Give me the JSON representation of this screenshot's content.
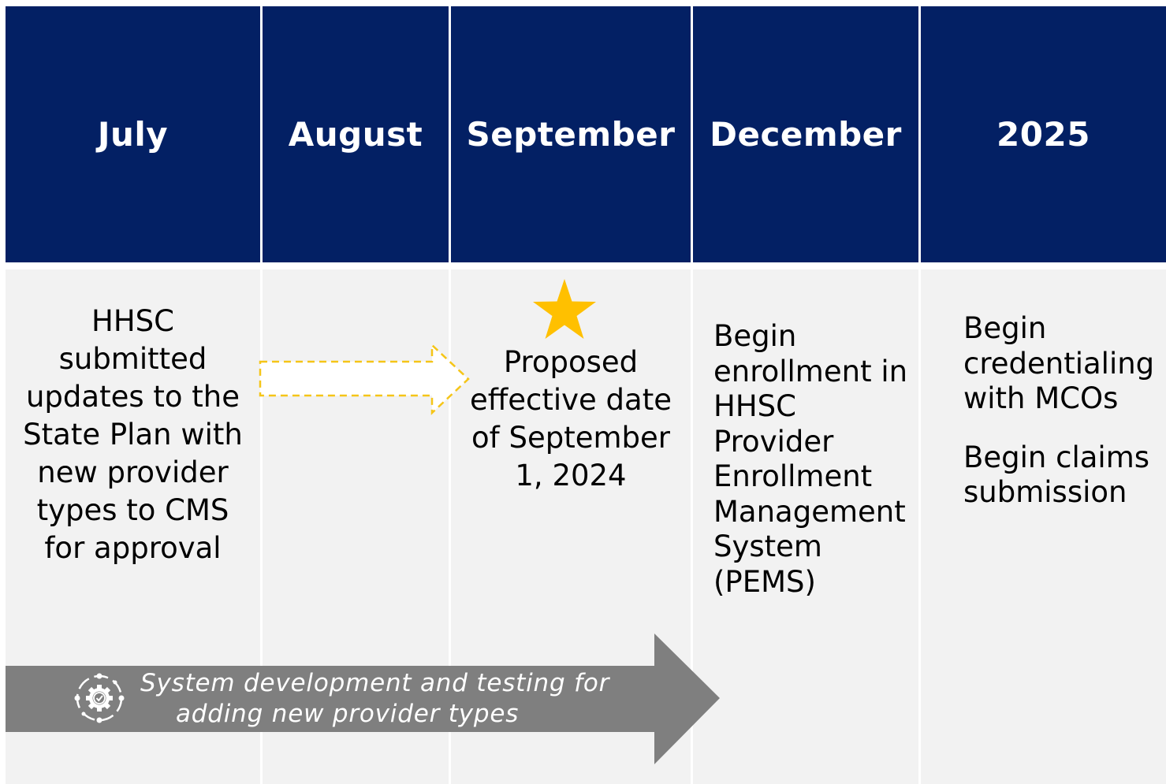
{
  "timeline": {
    "columns": [
      {
        "header": "July",
        "lines": [
          "HHSC",
          "submitted",
          "updates to the",
          "State Plan with",
          "new provider",
          "types to CMS",
          "for approval"
        ]
      },
      {
        "header": "August",
        "lines": []
      },
      {
        "header": "September",
        "lines": [
          "Proposed",
          "effective date",
          "of September",
          "1, 2024"
        ]
      },
      {
        "header": "December",
        "lines": [
          "Begin",
          "enrollment in",
          "HHSC",
          "Provider",
          "Enrollment",
          "Management",
          "System",
          "(PEMS)"
        ]
      },
      {
        "header": "2025",
        "paragraph1": [
          "Begin",
          "credentialing",
          "with MCOs"
        ],
        "paragraph2": [
          "Begin claims",
          "submission"
        ]
      }
    ],
    "milestone_icon": "star-icon",
    "transition_icon": "dashed-arrow-icon",
    "process_bar": {
      "icon": "gear-cycle-icon",
      "line1": "System development and testing for",
      "line2": "adding new provider types"
    }
  },
  "colors": {
    "header_bg": "#032064",
    "header_text": "#ffffff",
    "body_bg": "#f2f2f2",
    "star": "#ffc000",
    "dashed_arrow": "#f5c518",
    "process_bar": "#7f7f7f"
  }
}
